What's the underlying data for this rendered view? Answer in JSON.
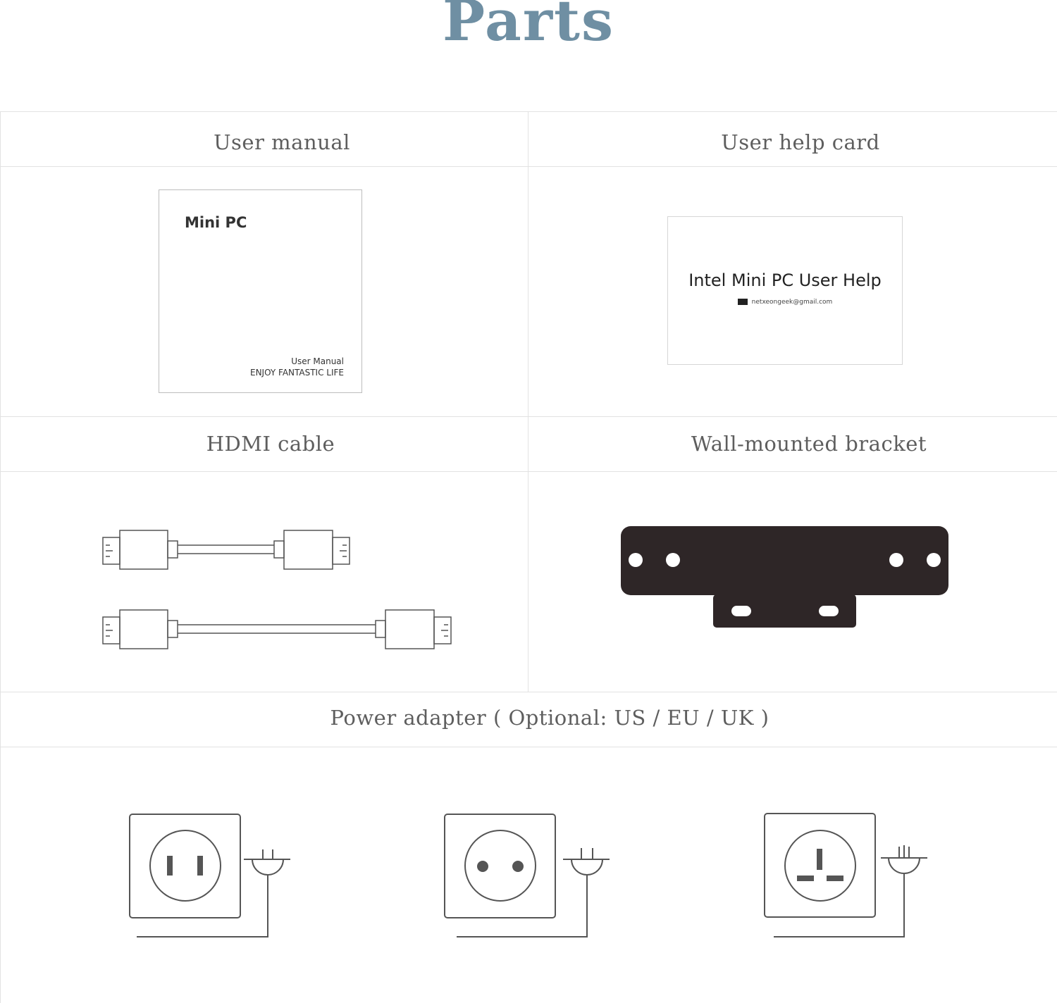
{
  "page_title": "Parts",
  "sections": {
    "user_manual": {
      "label": "User manual",
      "cover_title": "Mini PC",
      "cover_line1": "User Manual",
      "cover_line2": "ENJOY FANTASTIC LIFE"
    },
    "help_card": {
      "label": "User help card",
      "card_title": "Intel Mini PC User Help",
      "card_email": "netxeongeek@gmail.com"
    },
    "hdmi": {
      "label": "HDMI cable",
      "count": 2
    },
    "bracket": {
      "label": "Wall-mounted bracket",
      "color": "#2e2627"
    },
    "power": {
      "label": "Power adapter ( Optional: US / EU / UK )",
      "plugs": [
        "US socket",
        "EU socket",
        "UK socket"
      ]
    }
  },
  "colors": {
    "title": "#6f8fa3",
    "label": "#5e5e5e",
    "lines": "#e2e2e2",
    "drawing": "#555555"
  }
}
